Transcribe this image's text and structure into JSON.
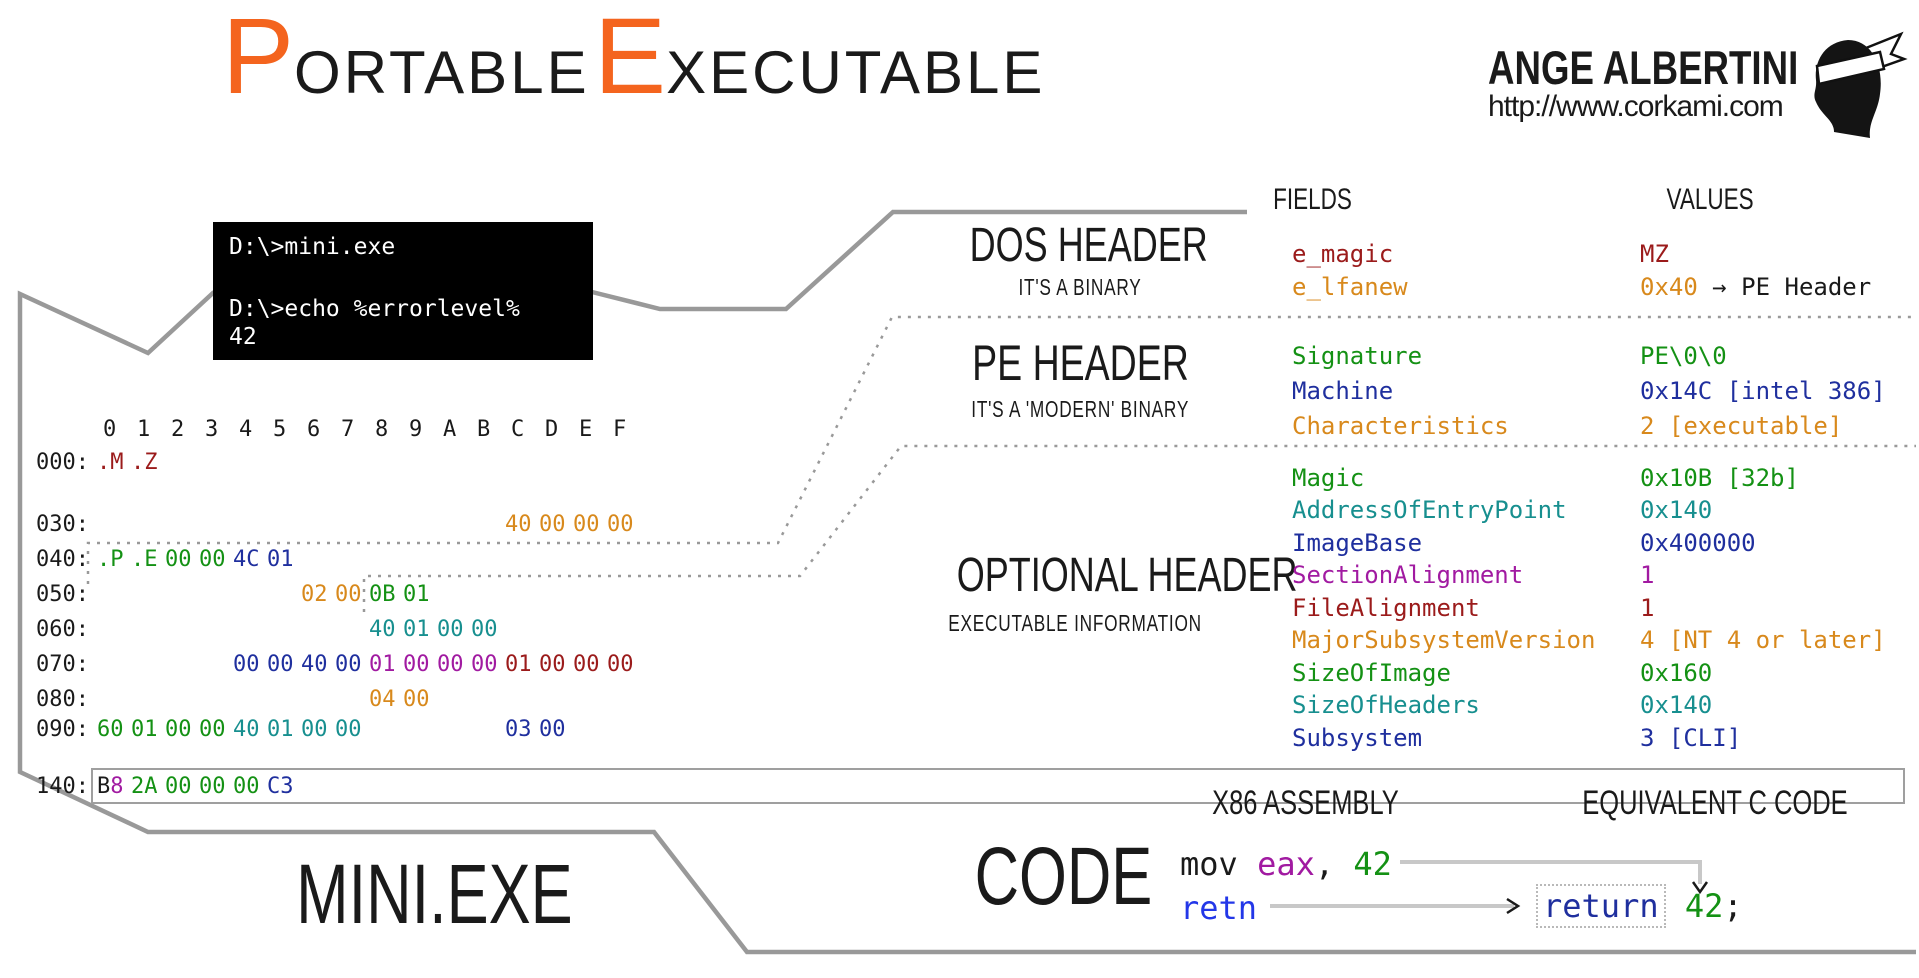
{
  "palette": {
    "red": "#9B1B1B",
    "orange": "#D8891C",
    "green": "#149114",
    "navy": "#1F2F9E",
    "teal": "#178F8F",
    "purple": "#A11AA1",
    "blue": "#2337E8",
    "black": "#1A1A1A",
    "accent_orange": "#F4641E",
    "line_gray": "#999999",
    "arrow_gray": "#c8c8c8"
  },
  "title": {
    "initial1": "P",
    "part1": "ORTABLE",
    "initial2": "E",
    "part2": "XECUTABLE"
  },
  "logo": {
    "name": "ANGE ALBERTINI",
    "url": "http://www.corkami.com",
    "emblem": "moor-head-emblem"
  },
  "terminal": {
    "lines": [
      "D:\\>mini.exe",
      "D:\\>echo %errorlevel%",
      "42"
    ]
  },
  "hexdump": {
    "columns": [
      "0",
      "1",
      "2",
      "3",
      "4",
      "5",
      "6",
      "7",
      "8",
      "9",
      "A",
      "B",
      "C",
      "D",
      "E",
      "F"
    ],
    "rows": [
      {
        "offset": "000:",
        "cells": [
          {
            "col": 0,
            "tokens": [
              {
                "t": ".M",
                "c": "red"
              }
            ]
          },
          {
            "col": 1,
            "tokens": [
              {
                "t": ".Z",
                "c": "red"
              }
            ]
          }
        ]
      },
      {
        "offset": "030:",
        "cells": [
          {
            "col": 12,
            "tokens": [
              {
                "t": "40",
                "c": "orange"
              }
            ]
          },
          {
            "col": 13,
            "tokens": [
              {
                "t": "00",
                "c": "orange"
              }
            ]
          },
          {
            "col": 14,
            "tokens": [
              {
                "t": "00",
                "c": "orange"
              }
            ]
          },
          {
            "col": 15,
            "tokens": [
              {
                "t": "00",
                "c": "orange"
              }
            ]
          }
        ]
      },
      {
        "offset": "040:",
        "cells": [
          {
            "col": 0,
            "tokens": [
              {
                "t": ".P",
                "c": "green"
              }
            ]
          },
          {
            "col": 1,
            "tokens": [
              {
                "t": ".E",
                "c": "green"
              }
            ]
          },
          {
            "col": 2,
            "tokens": [
              {
                "t": "00",
                "c": "green"
              }
            ]
          },
          {
            "col": 3,
            "tokens": [
              {
                "t": "00",
                "c": "green"
              }
            ]
          },
          {
            "col": 4,
            "tokens": [
              {
                "t": "4C",
                "c": "navy"
              }
            ]
          },
          {
            "col": 5,
            "tokens": [
              {
                "t": "01",
                "c": "navy"
              }
            ]
          }
        ]
      },
      {
        "offset": "050:",
        "cells": [
          {
            "col": 6,
            "tokens": [
              {
                "t": "02",
                "c": "orange"
              }
            ]
          },
          {
            "col": 7,
            "tokens": [
              {
                "t": "00",
                "c": "orange"
              }
            ]
          },
          {
            "col": 8,
            "tokens": [
              {
                "t": "0B",
                "c": "green"
              }
            ]
          },
          {
            "col": 9,
            "tokens": [
              {
                "t": "01",
                "c": "green"
              }
            ]
          }
        ]
      },
      {
        "offset": "060:",
        "cells": [
          {
            "col": 8,
            "tokens": [
              {
                "t": "40",
                "c": "teal"
              }
            ]
          },
          {
            "col": 9,
            "tokens": [
              {
                "t": "01",
                "c": "teal"
              }
            ]
          },
          {
            "col": 10,
            "tokens": [
              {
                "t": "00",
                "c": "teal"
              }
            ]
          },
          {
            "col": 11,
            "tokens": [
              {
                "t": "00",
                "c": "teal"
              }
            ]
          }
        ]
      },
      {
        "offset": "070:",
        "cells": [
          {
            "col": 4,
            "tokens": [
              {
                "t": "00",
                "c": "navy"
              }
            ]
          },
          {
            "col": 5,
            "tokens": [
              {
                "t": "00",
                "c": "navy"
              }
            ]
          },
          {
            "col": 6,
            "tokens": [
              {
                "t": "40",
                "c": "navy"
              }
            ]
          },
          {
            "col": 7,
            "tokens": [
              {
                "t": "00",
                "c": "navy"
              }
            ]
          },
          {
            "col": 8,
            "tokens": [
              {
                "t": "01",
                "c": "purple"
              }
            ]
          },
          {
            "col": 9,
            "tokens": [
              {
                "t": "00",
                "c": "purple"
              }
            ]
          },
          {
            "col": 10,
            "tokens": [
              {
                "t": "00",
                "c": "purple"
              }
            ]
          },
          {
            "col": 11,
            "tokens": [
              {
                "t": "00",
                "c": "purple"
              }
            ]
          },
          {
            "col": 12,
            "tokens": [
              {
                "t": "01",
                "c": "red"
              }
            ]
          },
          {
            "col": 13,
            "tokens": [
              {
                "t": "00",
                "c": "red"
              }
            ]
          },
          {
            "col": 14,
            "tokens": [
              {
                "t": "00",
                "c": "red"
              }
            ]
          },
          {
            "col": 15,
            "tokens": [
              {
                "t": "00",
                "c": "red"
              }
            ]
          }
        ]
      },
      {
        "offset": "080:",
        "cells": [
          {
            "col": 8,
            "tokens": [
              {
                "t": "04",
                "c": "orange"
              }
            ]
          },
          {
            "col": 9,
            "tokens": [
              {
                "t": "00",
                "c": "orange"
              }
            ]
          }
        ]
      },
      {
        "offset": "090:",
        "cells": [
          {
            "col": 0,
            "tokens": [
              {
                "t": "60",
                "c": "green"
              }
            ]
          },
          {
            "col": 1,
            "tokens": [
              {
                "t": "01",
                "c": "green"
              }
            ]
          },
          {
            "col": 2,
            "tokens": [
              {
                "t": "00",
                "c": "green"
              }
            ]
          },
          {
            "col": 3,
            "tokens": [
              {
                "t": "00",
                "c": "green"
              }
            ]
          },
          {
            "col": 4,
            "tokens": [
              {
                "t": "40",
                "c": "teal"
              }
            ]
          },
          {
            "col": 5,
            "tokens": [
              {
                "t": "01",
                "c": "teal"
              }
            ]
          },
          {
            "col": 6,
            "tokens": [
              {
                "t": "00",
                "c": "teal"
              }
            ]
          },
          {
            "col": 7,
            "tokens": [
              {
                "t": "00",
                "c": "teal"
              }
            ]
          },
          {
            "col": 12,
            "tokens": [
              {
                "t": "03",
                "c": "navy"
              }
            ]
          },
          {
            "col": 13,
            "tokens": [
              {
                "t": "00",
                "c": "navy"
              }
            ]
          }
        ]
      },
      {
        "offset": "140:",
        "cells": [
          {
            "col": 0,
            "tokens": [
              {
                "t": "B",
                "c": "black"
              },
              {
                "t": "8",
                "c": "purple"
              }
            ]
          },
          {
            "col": 1,
            "tokens": [
              {
                "t": "2A",
                "c": "green"
              }
            ]
          },
          {
            "col": 2,
            "tokens": [
              {
                "t": "00",
                "c": "green"
              }
            ]
          },
          {
            "col": 3,
            "tokens": [
              {
                "t": "00",
                "c": "green"
              }
            ]
          },
          {
            "col": 4,
            "tokens": [
              {
                "t": "00",
                "c": "green"
              }
            ]
          },
          {
            "col": 5,
            "tokens": [
              {
                "t": "C3",
                "c": "navy"
              }
            ]
          }
        ]
      }
    ],
    "file_label": "MINI.EXE"
  },
  "panel": {
    "fields_label": "FIELDS",
    "values_label": "VALUES",
    "sections": [
      {
        "id": "dos",
        "title": "DOS HEADER",
        "subtitle": "IT'S A BINARY",
        "rows": [
          {
            "field": "e_magic",
            "c": "red",
            "value": [
              {
                "t": "MZ",
                "c": "red"
              }
            ]
          },
          {
            "field": "e_lfanew",
            "c": "orange",
            "value": [
              {
                "t": "0x40",
                "c": "orange"
              },
              {
                "t": " → PE Header",
                "c": "black"
              }
            ]
          }
        ]
      },
      {
        "id": "pe",
        "title": "PE HEADER",
        "subtitle": "IT'S A 'MODERN' BINARY",
        "rows": [
          {
            "field": "Signature",
            "c": "green",
            "value": [
              {
                "t": "PE\\0\\0",
                "c": "green"
              }
            ]
          },
          {
            "field": "Machine",
            "c": "navy",
            "value": [
              {
                "t": "0x14C [intel 386]",
                "c": "navy"
              }
            ]
          },
          {
            "field": "Characteristics",
            "c": "orange",
            "value": [
              {
                "t": "2 [executable]",
                "c": "orange"
              }
            ]
          }
        ]
      },
      {
        "id": "optional",
        "title": "OPTIONAL HEADER",
        "subtitle": "EXECUTABLE INFORMATION",
        "rows": [
          {
            "field": "Magic",
            "c": "green",
            "value": [
              {
                "t": "0x10B [32b]",
                "c": "green"
              }
            ]
          },
          {
            "field": "AddressOfEntryPoint",
            "c": "teal",
            "value": [
              {
                "t": "0x140",
                "c": "teal"
              }
            ]
          },
          {
            "field": "ImageBase",
            "c": "navy",
            "value": [
              {
                "t": "0x400000",
                "c": "navy"
              }
            ]
          },
          {
            "field": "SectionAlignment",
            "c": "purple",
            "value": [
              {
                "t": "1",
                "c": "purple"
              }
            ]
          },
          {
            "field": "FileAlignment",
            "c": "red",
            "value": [
              {
                "t": "1",
                "c": "red"
              }
            ]
          },
          {
            "field": "MajorSubsystemVersion",
            "c": "orange",
            "value": [
              {
                "t": "4 [NT 4 or later]",
                "c": "orange"
              }
            ]
          },
          {
            "field": "SizeOfImage",
            "c": "green",
            "value": [
              {
                "t": "0x160",
                "c": "green"
              }
            ]
          },
          {
            "field": "SizeOfHeaders",
            "c": "teal",
            "value": [
              {
                "t": "0x140",
                "c": "teal"
              }
            ]
          },
          {
            "field": "Subsystem",
            "c": "navy",
            "value": [
              {
                "t": "3 [CLI]",
                "c": "navy"
              }
            ]
          }
        ]
      }
    ],
    "code": {
      "title": "CODE",
      "asm_header": "X86 ASSEMBLY",
      "c_header": "EQUIVALENT C CODE",
      "asm_lines": [
        [
          {
            "t": "mov ",
            "c": "black"
          },
          {
            "t": "eax",
            "c": "purple"
          },
          {
            "t": ", ",
            "c": "black"
          },
          {
            "t": "42",
            "c": "green"
          }
        ],
        [
          {
            "t": "retn",
            "c": "blue"
          }
        ]
      ],
      "c_line": [
        {
          "t": "return",
          "c": "navy",
          "box": true
        },
        {
          "t": " 42",
          "c": "green"
        },
        {
          "t": ";",
          "c": "black"
        }
      ]
    }
  }
}
